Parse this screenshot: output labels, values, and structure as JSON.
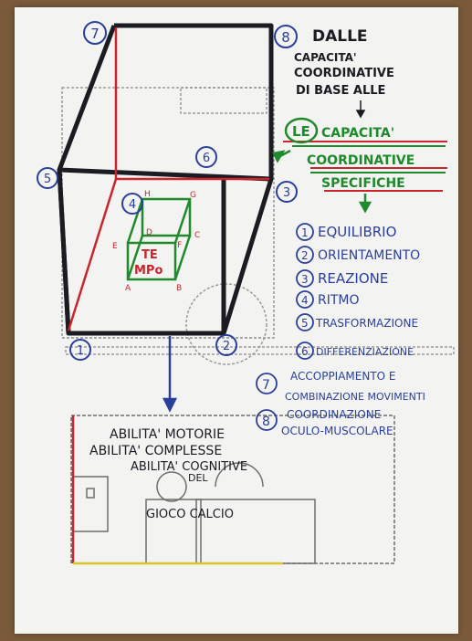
{
  "heading": {
    "line1": "DALLE",
    "line2": "CAPACITA'",
    "line3": "COORDINATIVE",
    "line4": "DI BASE ALLE",
    "highlight": "LE",
    "line5": "CAPACITA'",
    "line6": "COORDINATIVE",
    "line7": "SPECIFICHE"
  },
  "list": [
    {
      "num": "1",
      "text": "EQUILIBRIO"
    },
    {
      "num": "2",
      "text": "ORIENTAMENTO"
    },
    {
      "num": "3",
      "text": "REAZIONE"
    },
    {
      "num": "4",
      "text": "RITMO"
    },
    {
      "num": "5",
      "text": "TRASFORMAZIONE"
    },
    {
      "num": "6",
      "text": "DIFFERENZIAZIONE"
    },
    {
      "num": "7",
      "text_a": "ACCOPPIAMENTO E",
      "text_b": "COMBINAZIONE MOVIMENTI"
    },
    {
      "num": "8",
      "text_a": "COORDINAZIONE",
      "text_b": "OCULO-MUSCOLARE"
    }
  ],
  "cube_labels": [
    "1",
    "2",
    "3",
    "4",
    "5",
    "6",
    "7",
    "8"
  ],
  "inner_cube": {
    "letters": [
      "A",
      "B",
      "C",
      "D",
      "E",
      "F",
      "G",
      "H"
    ],
    "center_line1": "TE",
    "center_line2": "MPo"
  },
  "bottom": {
    "line1": "ABILITA' MOTORIE",
    "line2": "ABILITA' COMPLESSE",
    "line3": "ABILITA' COGNITIVE",
    "line4": "DEL",
    "line5": "GIOCO CALCIO"
  },
  "colors": {
    "blue": "#2a3f9a",
    "red": "#c8252c",
    "green": "#1f8a2b",
    "black": "#1b1b22",
    "yellow": "#d9c628"
  }
}
